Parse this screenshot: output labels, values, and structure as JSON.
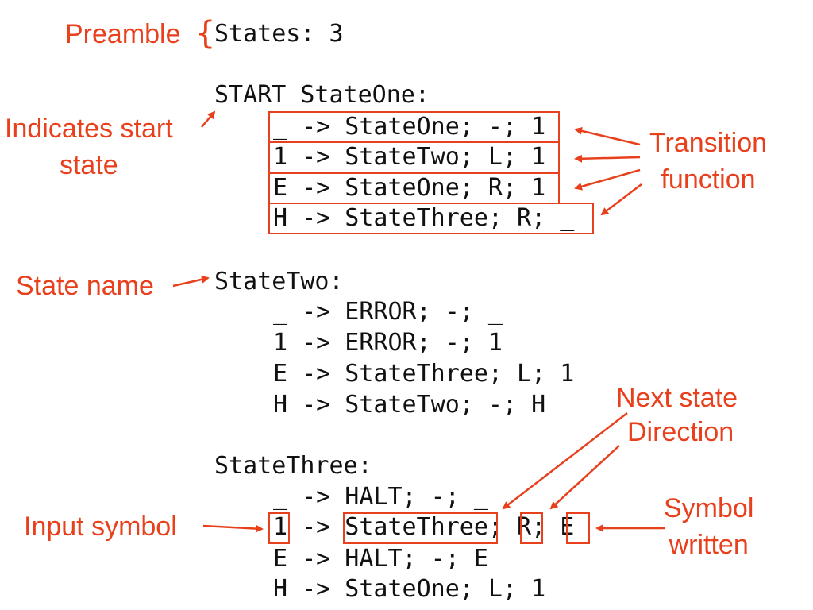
{
  "colors": {
    "annotation": "#e8401c",
    "code": "#111111",
    "background": "#ffffff"
  },
  "code": {
    "preamble_line": "States: 3",
    "start_header": "START StateOne:",
    "state_one_rules": [
      "_ -> StateOne; -; 1",
      "1 -> StateTwo; L; 1",
      "E -> StateOne; R; 1",
      "H -> StateThree; R; _"
    ],
    "state_two_header": "StateTwo:",
    "state_two_rules": [
      "_ -> ERROR; -; _",
      "1 -> ERROR; -; 1",
      "E -> StateThree; L; 1",
      "H -> StateTwo; -; H"
    ],
    "state_three_header": "StateThree:",
    "state_three_rules": [
      "_ -> HALT; -; _",
      "1 -> StateThree; R; E",
      "E -> HALT; -; E",
      "H -> StateOne; L; 1"
    ]
  },
  "annotations": {
    "preamble": "Preamble",
    "preamble_brace": "{",
    "indicates_start": "Indicates start\nstate",
    "transition_function": "Transition\nfunction",
    "state_name": "State name",
    "next_state": "Next state",
    "direction": "Direction",
    "symbol_written": "Symbol\nwritten",
    "input_symbol": "Input symbol"
  },
  "icons": {
    "arrow": "arrow-icon",
    "box": "highlight-box"
  }
}
